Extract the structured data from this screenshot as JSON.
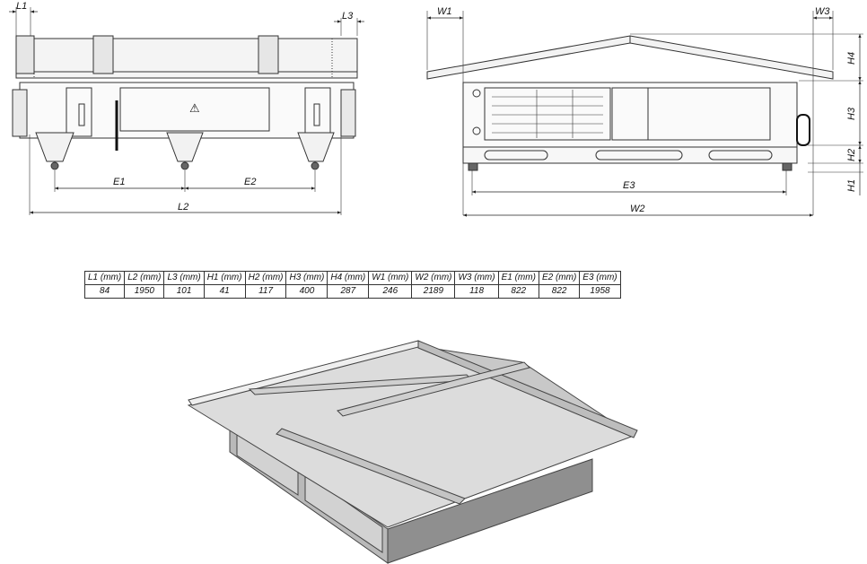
{
  "front_view": {
    "labels": {
      "l1": "L1",
      "l3": "L3",
      "e1": "E1",
      "e2": "E2",
      "l2": "L2"
    }
  },
  "side_view": {
    "labels": {
      "w1": "W1",
      "w3": "W3",
      "h4": "H4",
      "h3": "H3",
      "h2": "H2",
      "h1": "H1",
      "e3": "E3",
      "w2": "W2"
    }
  },
  "dimension_table": {
    "headers": [
      "L1 (mm)",
      "L2 (mm)",
      "L3 (mm)",
      "H1 (mm)",
      "H2 (mm)",
      "H3 (mm)",
      "H4 (mm)",
      "W1 (mm)",
      "W2 (mm)",
      "W3 (mm)",
      "E1 (mm)",
      "E2 (mm)",
      "E3 (mm)"
    ],
    "values": [
      "84",
      "1950",
      "101",
      "41",
      "117",
      "400",
      "287",
      "246",
      "2189",
      "118",
      "822",
      "822",
      "1958"
    ]
  },
  "warning_symbol": "⚠",
  "colors": {
    "line": "#333333",
    "light_gray": "#d9d9d9",
    "mid_gray": "#a9a9a9",
    "dark_gray": "#7a7a7a"
  }
}
